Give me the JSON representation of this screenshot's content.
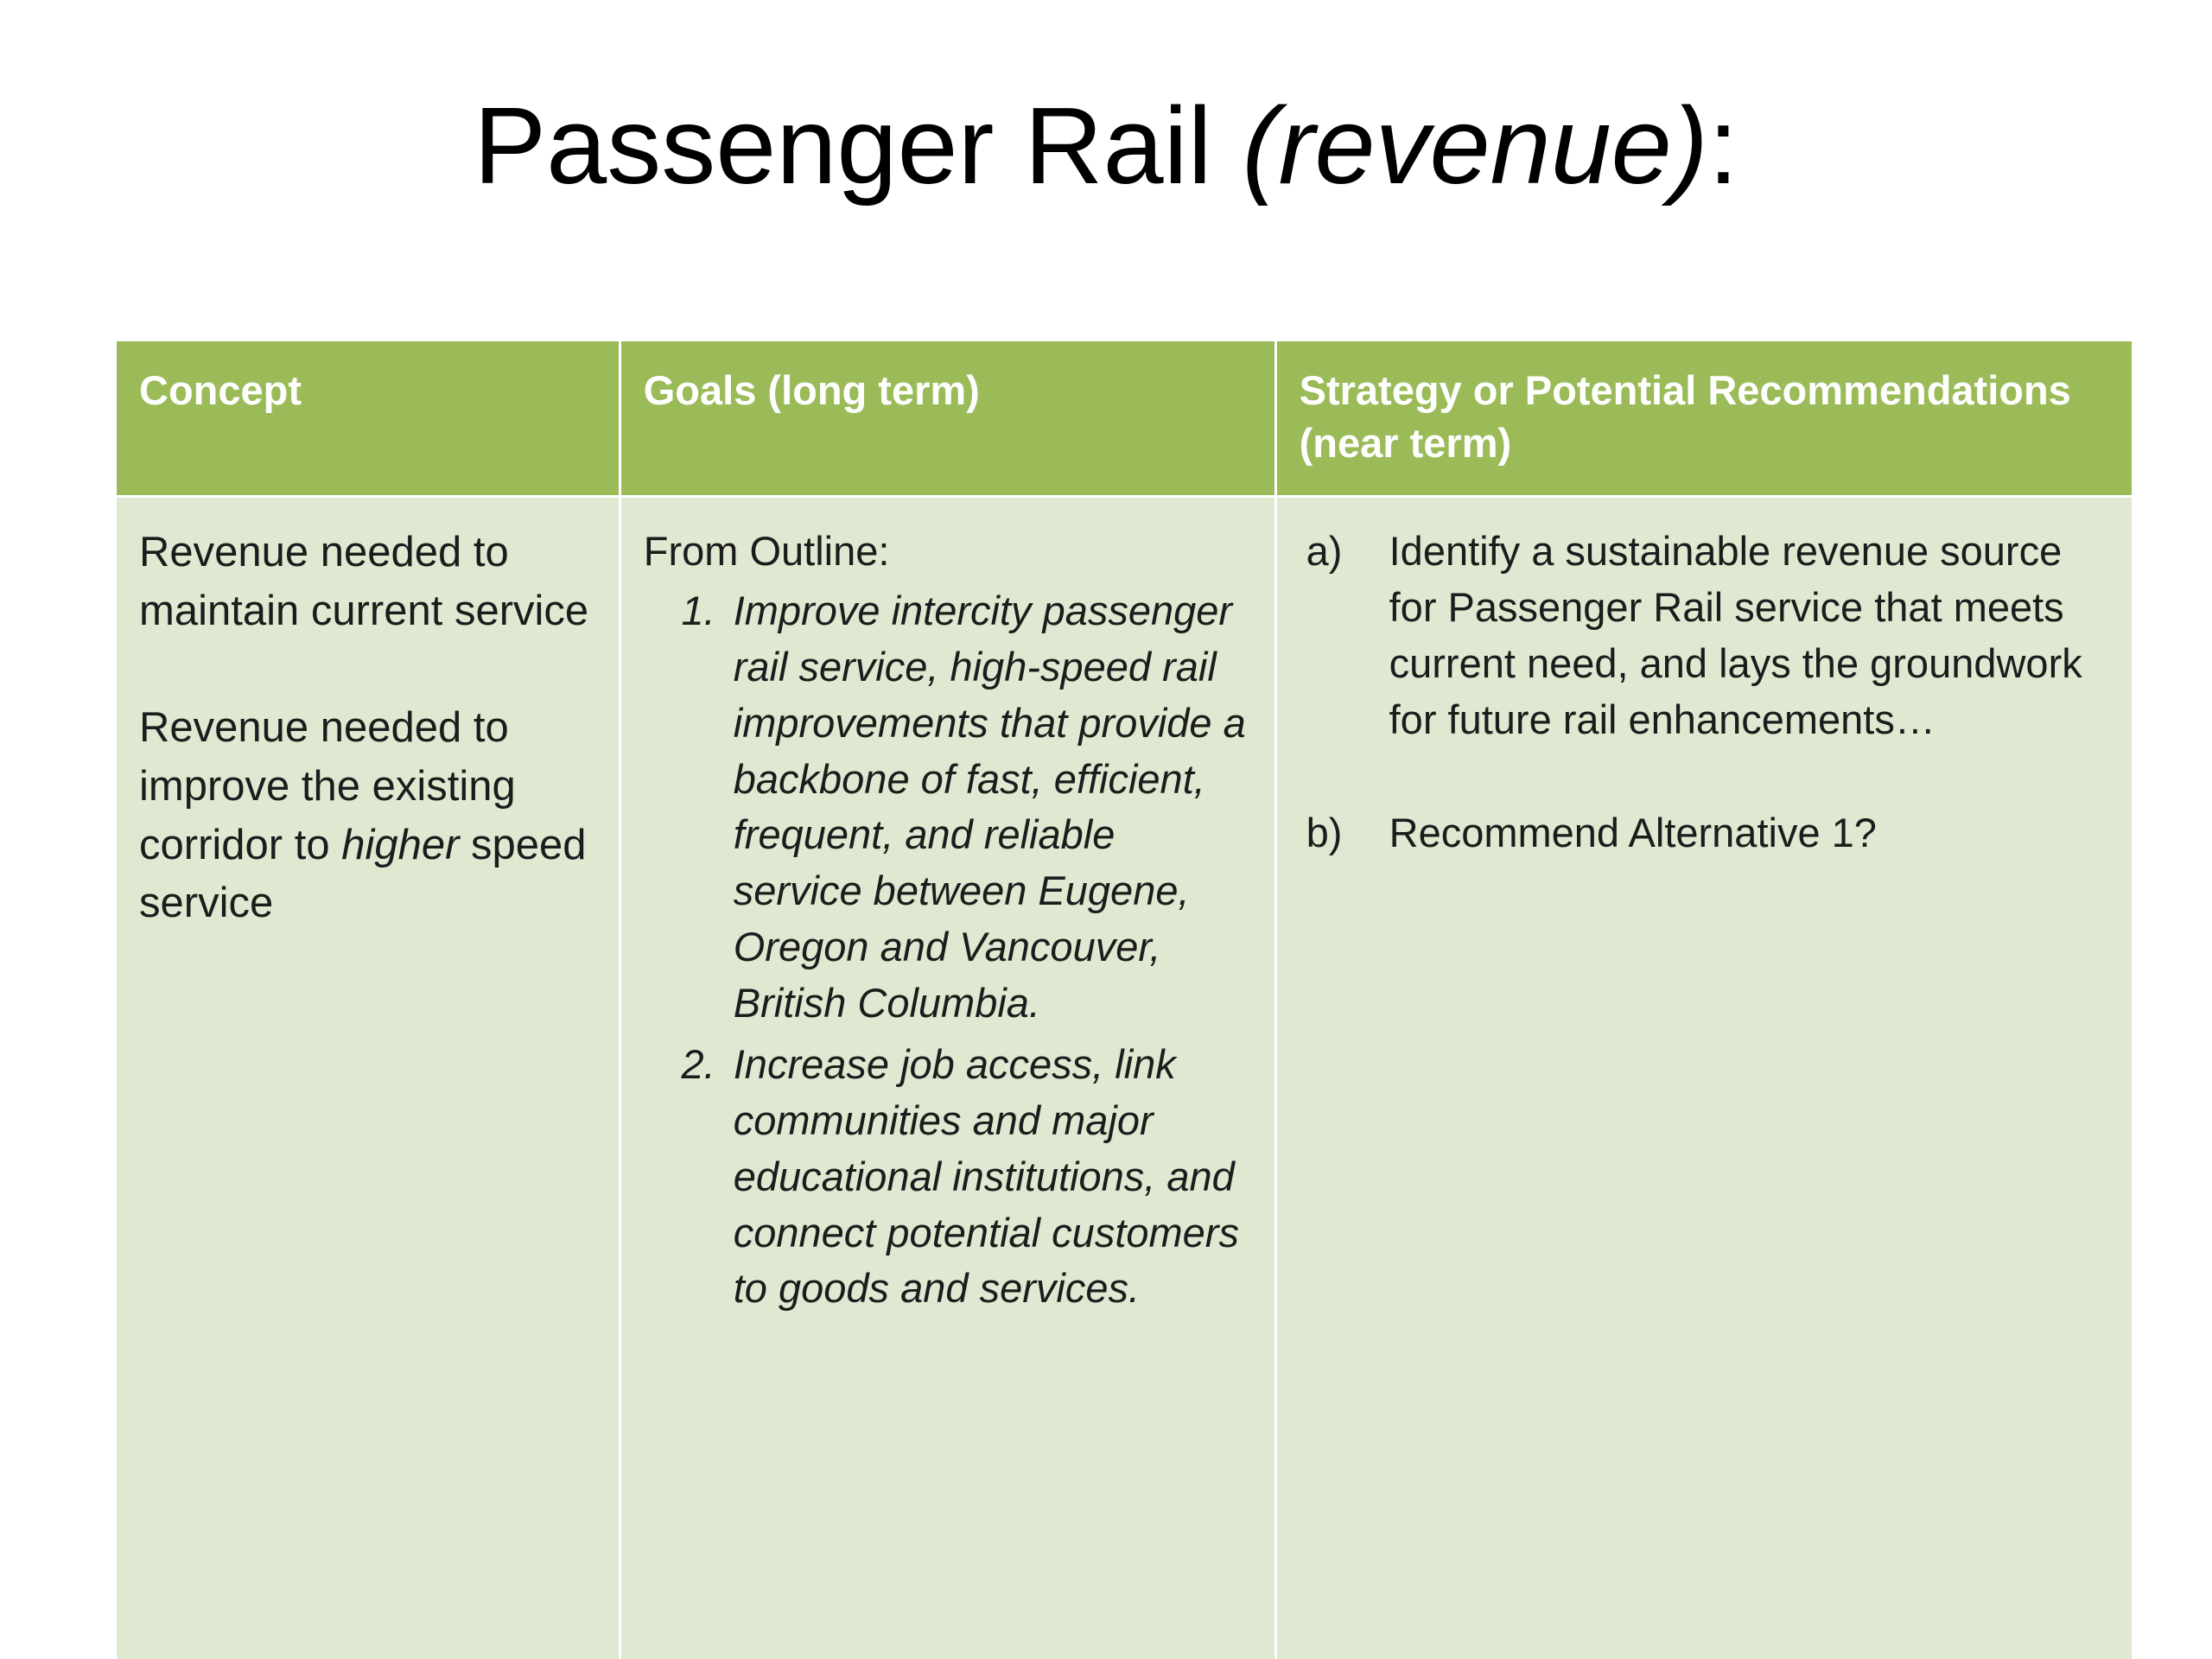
{
  "slide": {
    "title_main": "Passenger Rail ",
    "title_italic": "(revenue)",
    "title_suffix": ":"
  },
  "table": {
    "headers": [
      "Concept",
      "Goals (long term)",
      "Strategy or Potential Recommendations (near term)"
    ],
    "concept": {
      "para1": "Revenue needed to maintain current service",
      "para2_pre": "Revenue needed to improve the existing corridor to ",
      "para2_italic": "higher",
      "para2_post": " speed service"
    },
    "goals": {
      "intro": "From Outline:",
      "items": [
        "Improve intercity passenger rail service, high-speed rail improvements that provide a backbone of fast, efficient, frequent, and reliable service between Eugene, Oregon and Vancouver, British Columbia.",
        "Increase job access, link communities and major educational institutions, and connect potential customers to goods and services."
      ]
    },
    "strategy": {
      "items": [
        {
          "label": "a)",
          "text": "Identify a sustainable revenue source for Passenger Rail service that meets current need, and lays the groundwork for future rail enhancements…"
        },
        {
          "label": "b)",
          "text": "Recommend Alternative 1?"
        }
      ]
    }
  },
  "colors": {
    "header_bg": "#9bbb59",
    "body_bg": "#dfe8d1",
    "header_text": "#ffffff",
    "body_text": "#1c1c1c",
    "slide_bg": "#ffffff"
  }
}
